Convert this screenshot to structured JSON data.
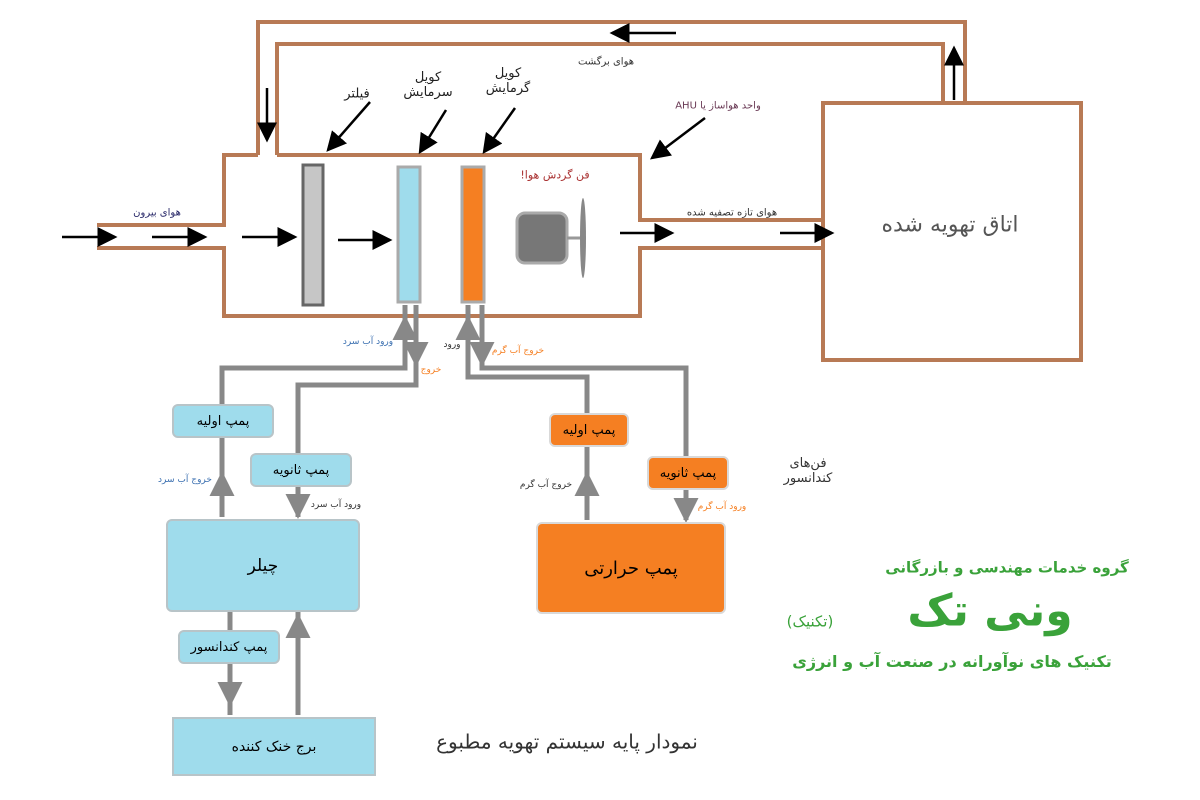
{
  "title": "نمودار پایه سیستم تهویه مطبوع",
  "labels": {
    "return_air": "هوای برگشت",
    "filter": "فیلتر",
    "cooling_coil": "کویل سرمایش",
    "heating_coil": "کویل گرمایش",
    "ahu": "واحد هواساز یا AHU",
    "fan": "فن گردش هوا!",
    "outside_air": "هوای بیرون",
    "fresh_air": "هوای تازه تصفیه شده",
    "room": "اتاق تهویه شده",
    "cold_in_top": "ورود آب سرد",
    "in_top": "ورود",
    "hot_out_top": "خروج آب گرم",
    "out_top": "خروج",
    "cold_out": "خروج آب سرد",
    "cold_in": "ورود آب سرد",
    "hot_out": "خروج آب گرم",
    "hot_in": "ورود آب گرم",
    "condenser_fans": "فن‌های کندانسور"
  },
  "boxes": {
    "primary_pump_cold": "پمپ اولیه",
    "secondary_pump_cold": "پمپ ثانویه",
    "chiller": "چیلر",
    "condenser_pump": "پمپ کندانسور",
    "cooling_tower": "برج خنک کننده",
    "primary_pump_hot": "پمپ اولیه",
    "secondary_pump_hot": "پمپ ثانویه",
    "heat_pump": "پمپ حرارتی"
  },
  "logo": {
    "line1": "گروه خدمات مهندسی و بازرگانی",
    "brand": "ونی تک",
    "sub": "(تکنیک)",
    "slogan": "تکنیک های نوآورانه در صنعت آب و انرژی"
  },
  "colors": {
    "duct": "#b87a55",
    "pipe": "#888888",
    "cold": "#9fdcec",
    "hot": "#f57f22",
    "brand": "#3aa23a"
  }
}
